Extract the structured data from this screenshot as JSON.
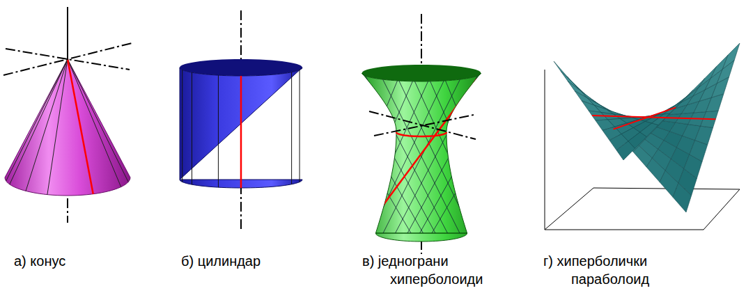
{
  "diagram": {
    "labels": [
      "а) конус",
      "б) цилиндар",
      "в) једнограни хиперболоиди",
      "г) хиперболички параболоид"
    ]
  }
}
